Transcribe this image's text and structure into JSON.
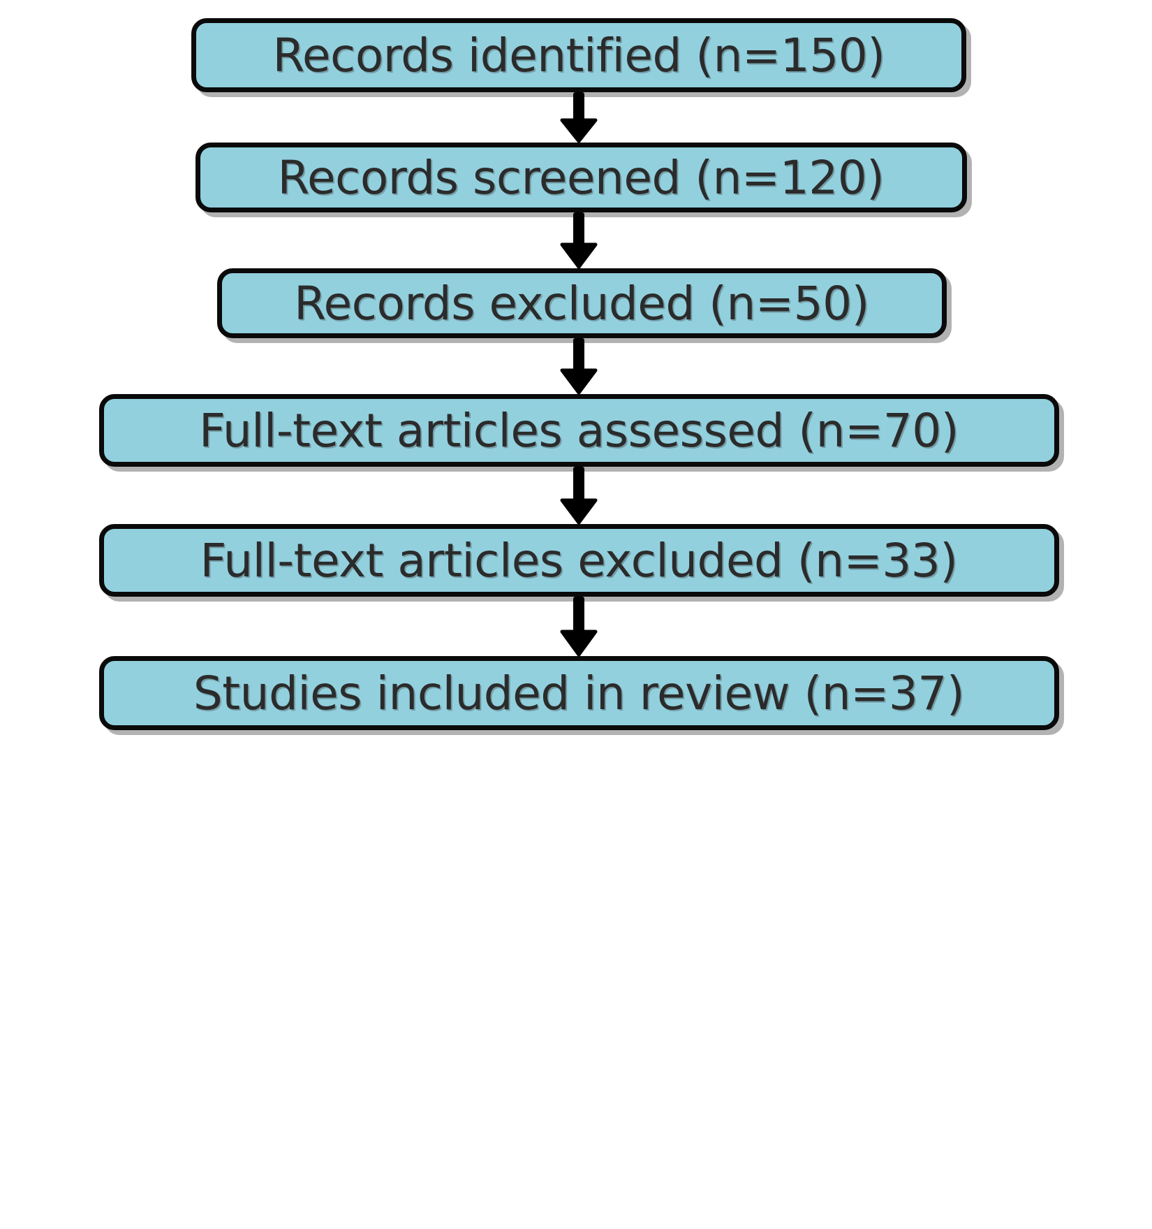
{
  "diagram": {
    "type": "prisma-flow-diagram",
    "orientation": "vertical",
    "title": "",
    "box_fill_color": "#92d0de",
    "box_border_color": "#0a0a0a",
    "text_color": "#2b2b2b",
    "arrow_color": "#000000",
    "background_color": "#ffffff"
  },
  "nodes": [
    {
      "id": "records-identified",
      "label": "Records identified (n=150)",
      "count": 150
    },
    {
      "id": "records-screened",
      "label": "Records screened (n=120)",
      "count": 120
    },
    {
      "id": "records-excluded",
      "label": "Records excluded (n=50)",
      "count": 50
    },
    {
      "id": "fulltext-assessed",
      "label": "Full-text articles assessed (n=70)",
      "count": 70
    },
    {
      "id": "fulltext-excluded",
      "label": "Full-text articles excluded (n=33)",
      "count": 33
    },
    {
      "id": "studies-included",
      "label": "Studies included in review (n=37)",
      "count": 37
    }
  ],
  "connectors": [
    {
      "id": "arrow-1",
      "from": "records-identified",
      "to": "records-screened",
      "direction": "down"
    },
    {
      "id": "arrow-2",
      "from": "records-screened",
      "to": "records-excluded",
      "direction": "down"
    },
    {
      "id": "arrow-3",
      "from": "records-excluded",
      "to": "fulltext-assessed",
      "direction": "down"
    },
    {
      "id": "arrow-4",
      "from": "fulltext-assessed",
      "to": "fulltext-excluded",
      "direction": "down"
    },
    {
      "id": "arrow-5",
      "from": "fulltext-excluded",
      "to": "studies-included",
      "direction": "down"
    }
  ]
}
